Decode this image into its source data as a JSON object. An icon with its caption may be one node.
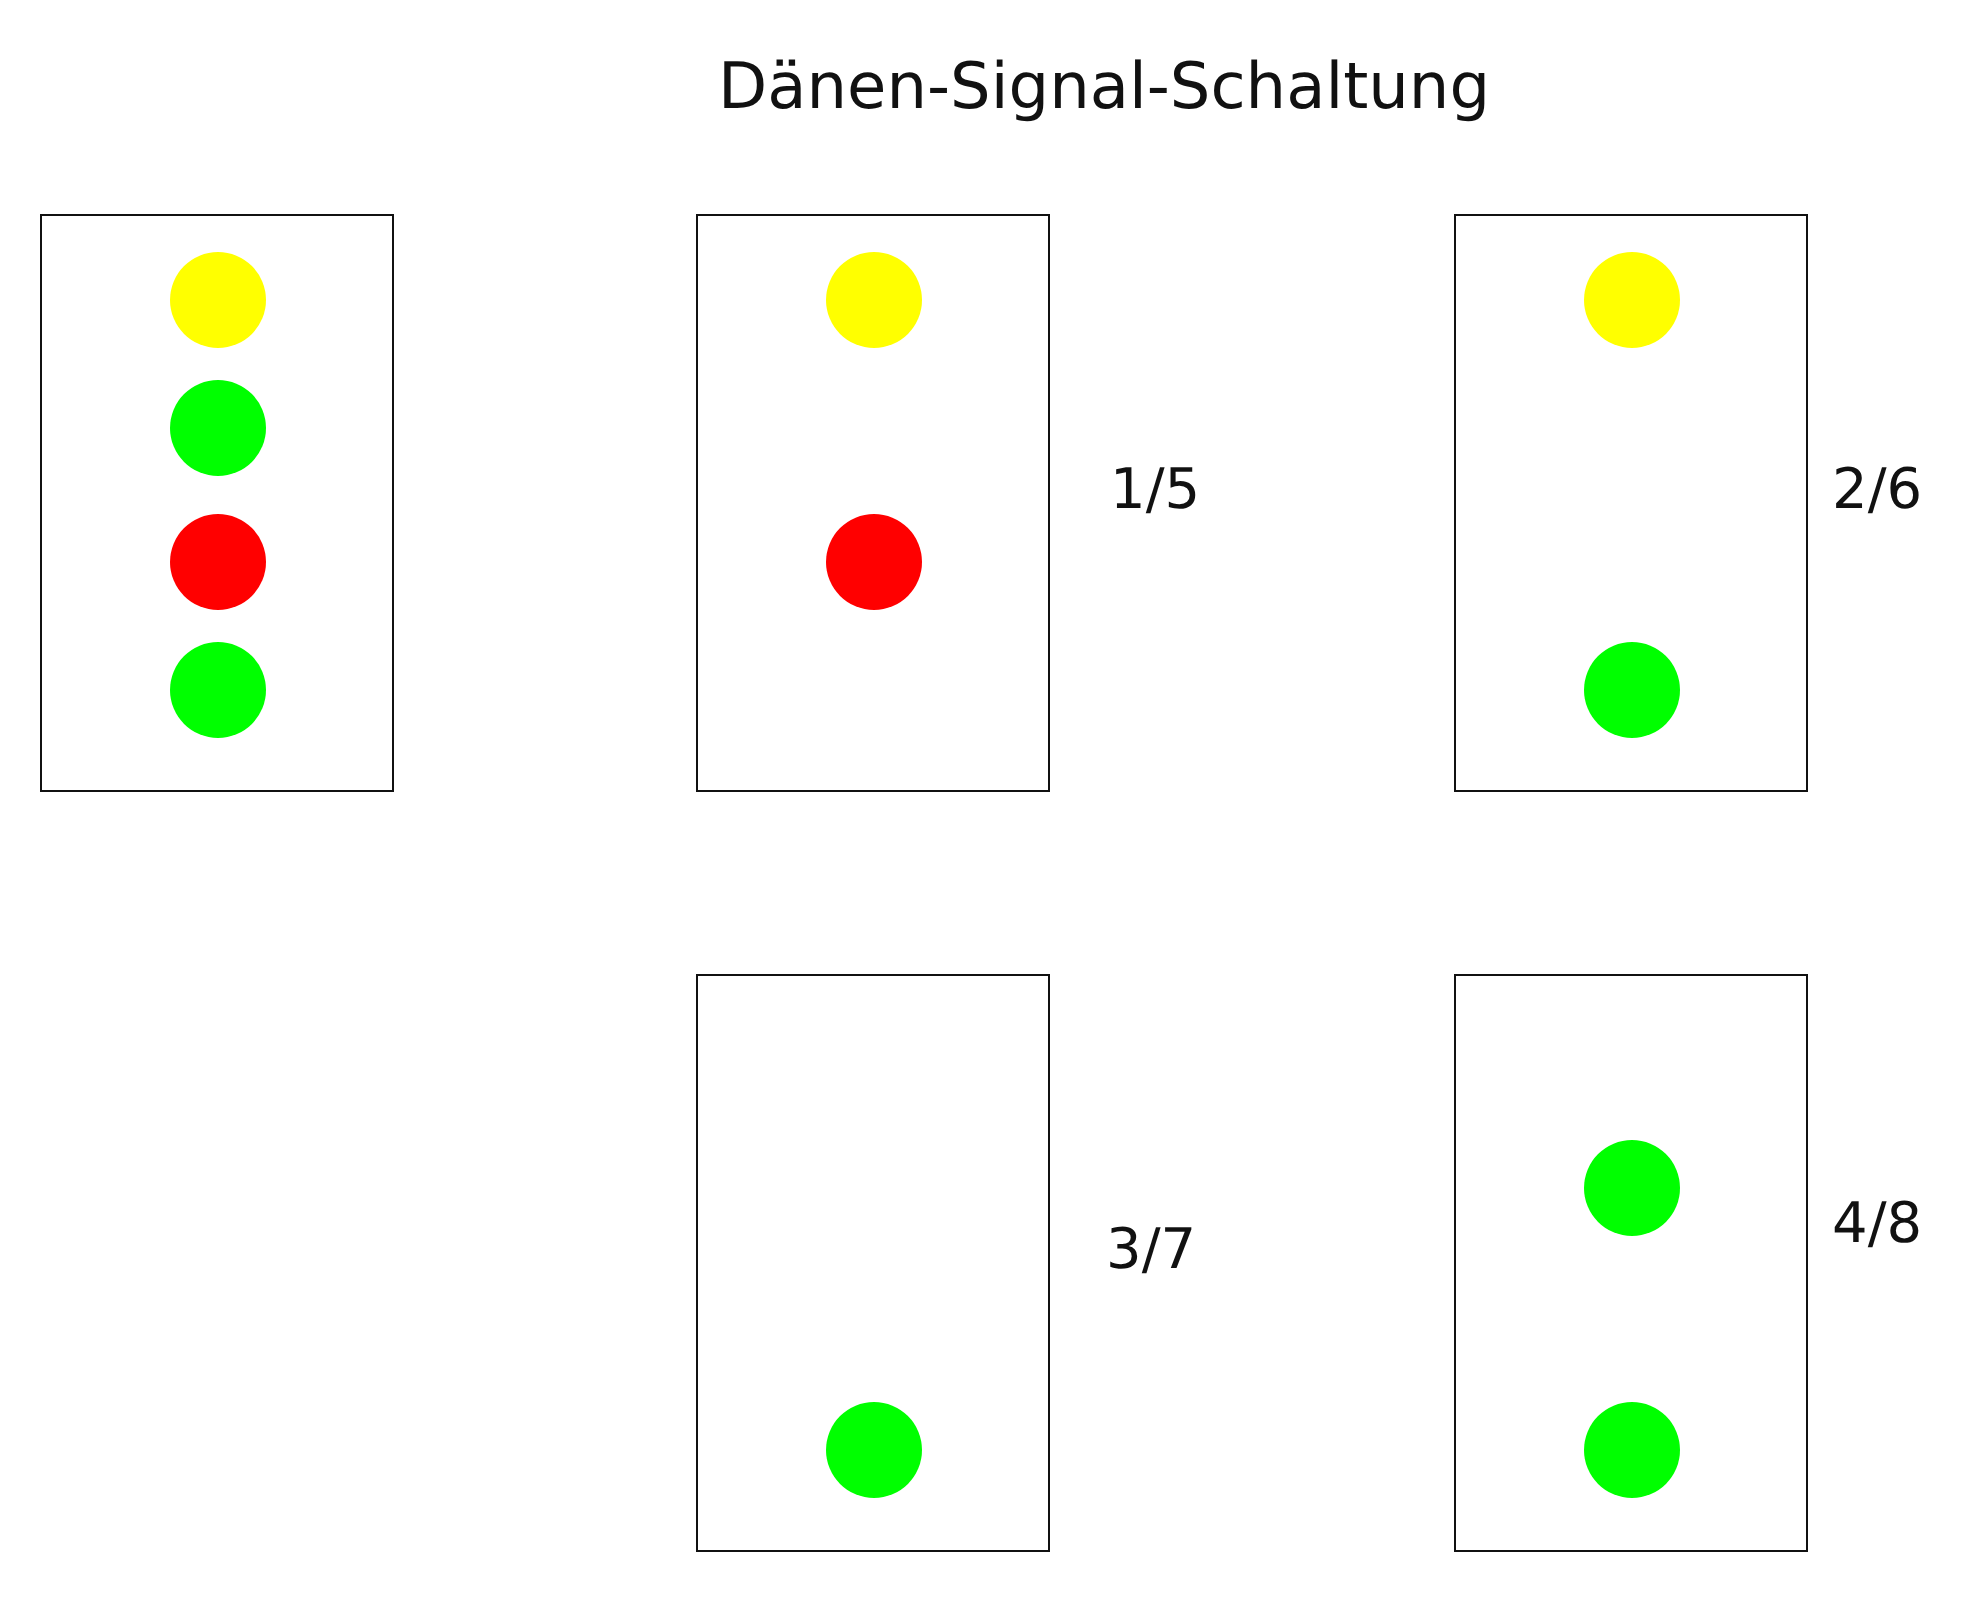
{
  "diagram": {
    "title": "Dänen-Signal-Schaltung",
    "nodes": [
      {
        "text": [],
        "shape": "box"
      },
      {
        "text": [],
        "shape": "circle",
        "in": 0
      },
      {
        "text": [],
        "shape": "circle",
        "in": 0
      },
      {
        "text": [],
        "shape": "circle",
        "in": 0
      },
      {
        "text": [],
        "shape": "circle",
        "in": 0
      },
      {
        "text": [],
        "shape": "box",
        "beside": [
          "1/5"
        ]
      },
      {
        "text": [],
        "shape": "circle",
        "in": 5
      },
      {
        "text": [],
        "shape": "circle",
        "in": 5
      },
      {
        "text": [],
        "shape": "box",
        "beside": [
          "2/6"
        ]
      },
      {
        "text": [],
        "shape": "circle",
        "in": 8
      },
      {
        "text": [],
        "shape": "circle",
        "in": 8
      },
      {
        "text": [],
        "shape": "box",
        "beside": [
          "3/7"
        ]
      },
      {
        "text": [],
        "shape": "circle",
        "in": 11
      },
      {
        "text": [],
        "shape": "box",
        "beside": [
          "4/8"
        ]
      },
      {
        "text": [],
        "shape": "circle",
        "in": 13
      },
      {
        "text": [],
        "shape": "circle",
        "in": 13
      }
    ]
  }
}
